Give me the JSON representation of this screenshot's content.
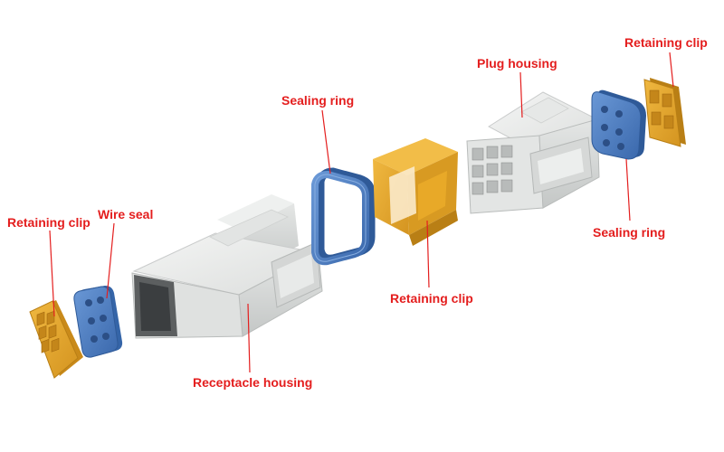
{
  "colors": {
    "label": "#e41e1e",
    "leader": "#e41e1e",
    "housing": "#e6e7e6",
    "housing_shade": "#c9cbcb",
    "clip": "#e7a826",
    "clip_shade": "#b97f15",
    "seal": "#4c7ec1",
    "seal_shade": "#2f5a98"
  },
  "labels": {
    "retaining_clip_left": "Retaining clip",
    "wire_seal": "Wire seal",
    "receptacle_housing": "Receptacle housing",
    "sealing_ring_left": "Sealing ring",
    "retaining_clip_middle": "Retaining clip",
    "plug_housing": "Plug housing",
    "retaining_clip_right": "Retaining clip",
    "sealing_ring_right": "Sealing ring"
  }
}
